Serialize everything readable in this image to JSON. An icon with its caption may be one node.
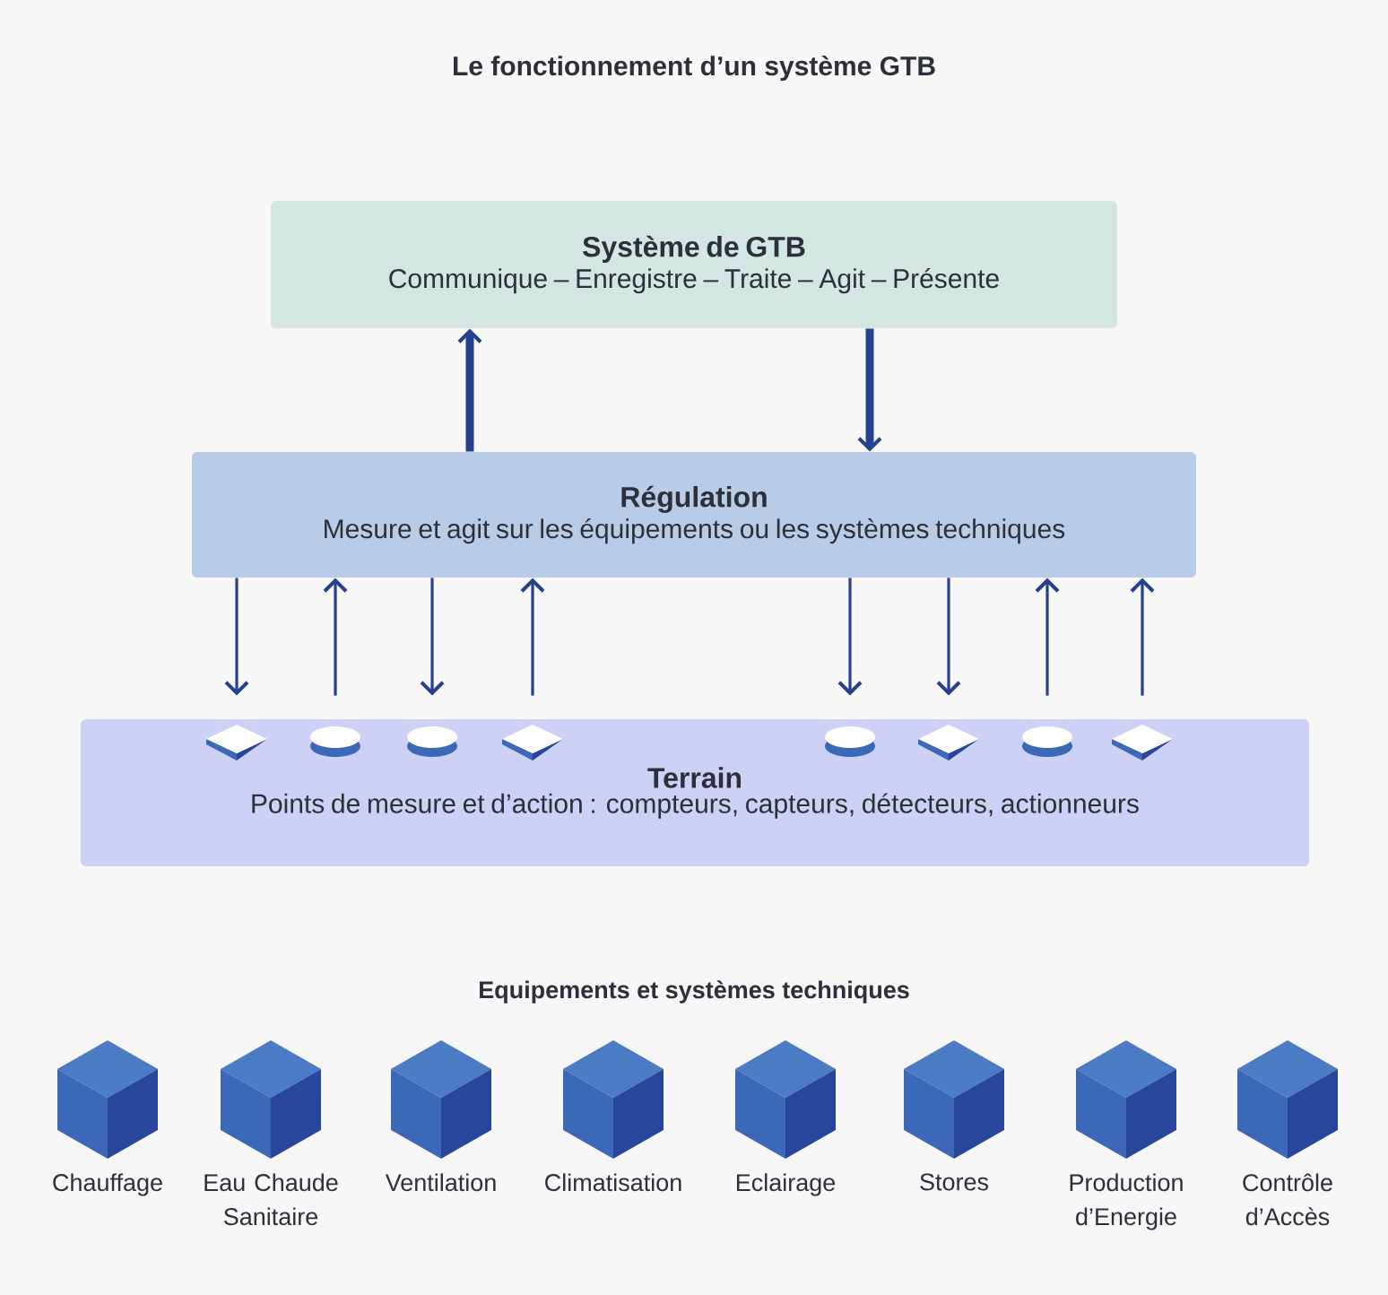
{
  "diagram": {
    "title": "Le fonctionnement d’un système GTB",
    "nodes": [
      {
        "text": [
          "Système de GTB",
          "Communique – Enregistre – Traite – Agit – Présente"
        ]
      },
      {
        "text": [
          "Régulation",
          "Mesure et agit sur les équipements ou les systèmes techniques"
        ]
      },
      {
        "text": [
          "Terrain",
          "Points de mesure et d’action : compteurs, capteurs, détecteurs, actionneurs"
        ]
      },
      {
        "text": [],
        "shape": "diamond",
        "in": 2
      },
      {
        "text": [],
        "shape": "cylinder",
        "in": 2
      },
      {
        "text": [],
        "shape": "cylinder",
        "in": 2
      },
      {
        "text": [],
        "shape": "diamond",
        "in": 2
      },
      {
        "text": [],
        "shape": "cylinder",
        "in": 2
      },
      {
        "text": [],
        "shape": "diamond",
        "in": 2
      },
      {
        "text": [],
        "shape": "cylinder",
        "in": 2
      },
      {
        "text": [],
        "shape": "diamond",
        "in": 2
      },
      {
        "text": [
          "Chauffage"
        ]
      },
      {
        "text": [
          "Eau Chaude Sanitaire"
        ]
      },
      {
        "text": [
          "Ventilation"
        ]
      },
      {
        "text": [
          "Climatisation"
        ]
      },
      {
        "text": [
          "Eclairage"
        ]
      },
      {
        "text": [
          "Stores"
        ]
      },
      {
        "text": [
          "Production d’Energie"
        ]
      },
      {
        "text": [
          "Contrôle d’Accès"
        ]
      }
    ],
    "edges": [
      {
        "from": 1,
        "to": 0,
        "arrow": "to",
        "style": "thick"
      },
      {
        "from": 0,
        "to": 1,
        "arrow": "to",
        "style": "thick"
      },
      {
        "from": 1,
        "to": 3,
        "arrow": "to"
      },
      {
        "from": 4,
        "to": 1,
        "arrow": "to"
      },
      {
        "from": 1,
        "to": 5,
        "arrow": "to"
      },
      {
        "from": 6,
        "to": 1,
        "arrow": "to"
      },
      {
        "from": 1,
        "to": 7,
        "arrow": "to"
      },
      {
        "from": 1,
        "to": 8,
        "arrow": "to"
      },
      {
        "from": 9,
        "to": 1,
        "arrow": "to"
      },
      {
        "from": 10,
        "to": 1,
        "arrow": "to"
      }
    ],
    "labels": [
      "Equipements et systèmes techniques"
    ]
  }
}
